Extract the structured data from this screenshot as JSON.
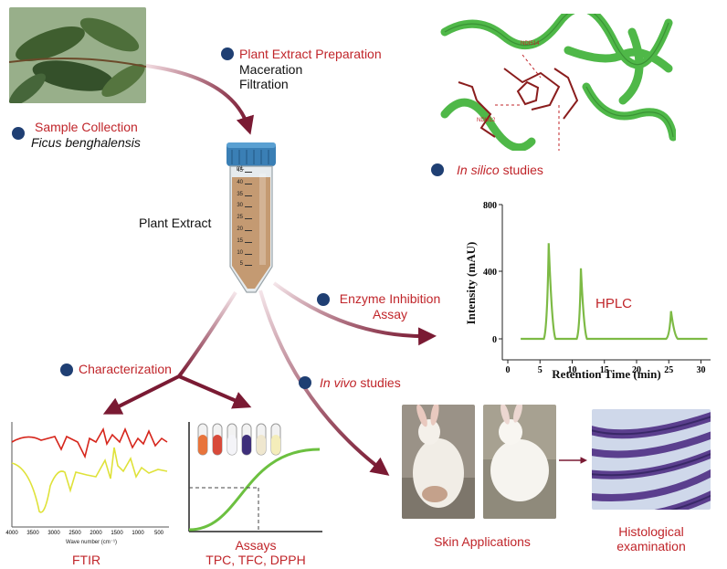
{
  "steps": {
    "sample_collection": {
      "title": "Sample Collection",
      "species": "Ficus benghalensis"
    },
    "extract_prep": {
      "title": "Plant Extract Preparation",
      "line1": "Maceration",
      "line2": "Filtration"
    },
    "plant_extract": "Plant Extract",
    "in_silico": {
      "italic": "In silico",
      "rest": " studies"
    },
    "enzyme": {
      "line1": "Enzyme Inhibition",
      "line2": "Assay"
    },
    "characterization": "Characterization",
    "in_vivo": {
      "italic": "In vivo",
      "rest": " studies"
    },
    "ftir": "FTIR",
    "assays": {
      "line1": "Assays",
      "line2": "TPC, TFC, DPPH"
    },
    "skin": "Skin Applications",
    "histo": {
      "line1": "Histological",
      "line2": "examination"
    }
  },
  "tube": {
    "unit": "mL",
    "ticks": [
      "45",
      "40",
      "35",
      "30",
      "25",
      "20",
      "15",
      "10",
      "5"
    ]
  },
  "molecule_labels": [
    "NDI514",
    "NDI812"
  ],
  "hplc": {
    "label": "HPLC",
    "ylabel": "Intensity (mAU)",
    "xlabel": "Retention Time (min)",
    "yticks": [
      "800",
      "400",
      "0"
    ],
    "xticks": [
      "0",
      "5",
      "10",
      "15",
      "20",
      "25",
      "30"
    ],
    "color": "#7dba45"
  },
  "ftir_chart": {
    "xticks": [
      "4000",
      "3500",
      "3000",
      "2500",
      "2000",
      "1500",
      "1000",
      "500"
    ],
    "xlabel": "Wave number (cm⁻¹)"
  },
  "colors": {
    "accent_red": "#c0252a",
    "dot_blue": "#1f3f73",
    "arrow": "#7a1a33"
  }
}
